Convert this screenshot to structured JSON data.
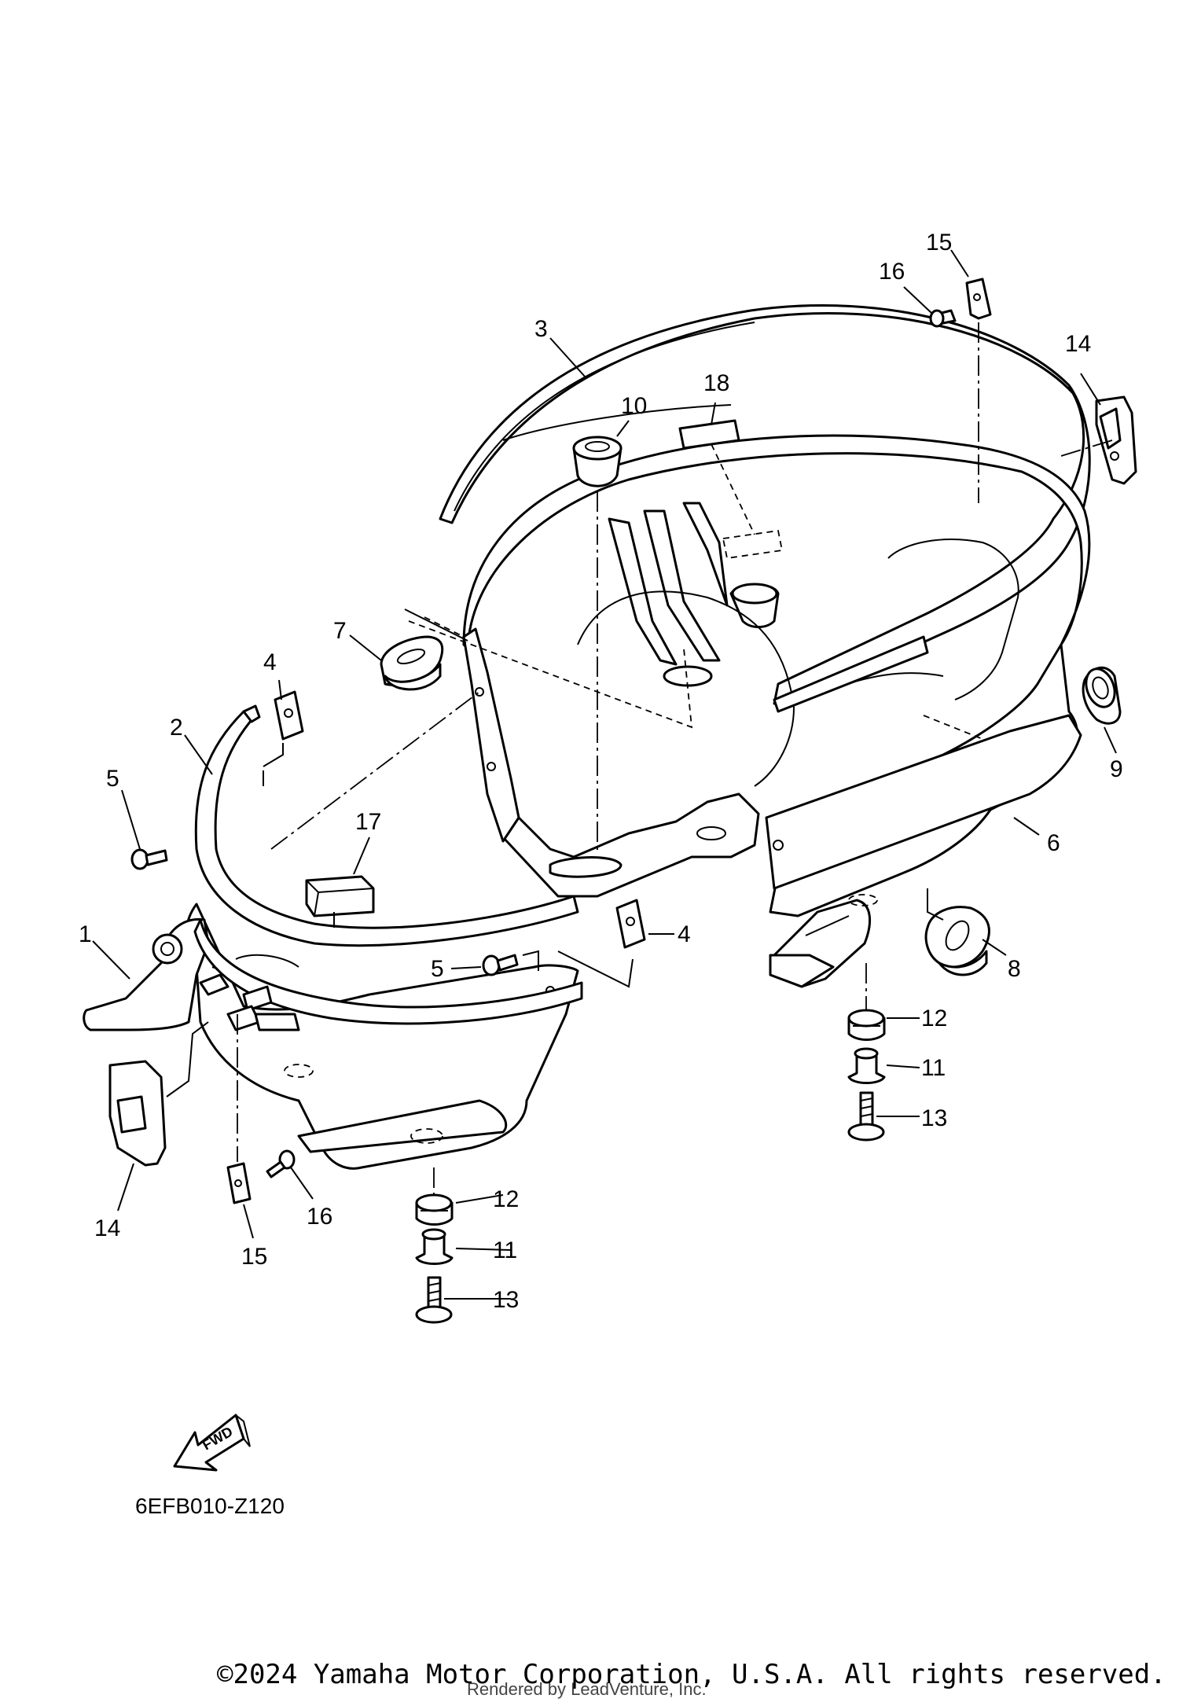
{
  "diagram": {
    "callouts": [
      {
        "id": "c1",
        "label": "1"
      },
      {
        "id": "c2",
        "label": "2"
      },
      {
        "id": "c3",
        "label": "3"
      },
      {
        "id": "c4a",
        "label": "4"
      },
      {
        "id": "c4b",
        "label": "4"
      },
      {
        "id": "c5a",
        "label": "5"
      },
      {
        "id": "c5b",
        "label": "5"
      },
      {
        "id": "c6",
        "label": "6"
      },
      {
        "id": "c7",
        "label": "7"
      },
      {
        "id": "c8",
        "label": "8"
      },
      {
        "id": "c9",
        "label": "9"
      },
      {
        "id": "c10",
        "label": "10"
      },
      {
        "id": "c11a",
        "label": "11"
      },
      {
        "id": "c11b",
        "label": "11"
      },
      {
        "id": "c12a",
        "label": "12"
      },
      {
        "id": "c12b",
        "label": "12"
      },
      {
        "id": "c13a",
        "label": "13"
      },
      {
        "id": "c13b",
        "label": "13"
      },
      {
        "id": "c14a",
        "label": "14"
      },
      {
        "id": "c14b",
        "label": "14"
      },
      {
        "id": "c15a",
        "label": "15"
      },
      {
        "id": "c15b",
        "label": "15"
      },
      {
        "id": "c16a",
        "label": "16"
      },
      {
        "id": "c16b",
        "label": "16"
      },
      {
        "id": "c17",
        "label": "17"
      },
      {
        "id": "c18",
        "label": "18"
      }
    ],
    "fwd_label": "FWD",
    "code": "6EFB010-Z120"
  },
  "footer": {
    "copyright": "©2024 Yamaha Motor Corporation, U.S.A. All rights reserved.",
    "rendered_by": "Rendered by LeadVenture, Inc."
  },
  "icons": [
    "fwd-arrow-icon"
  ]
}
